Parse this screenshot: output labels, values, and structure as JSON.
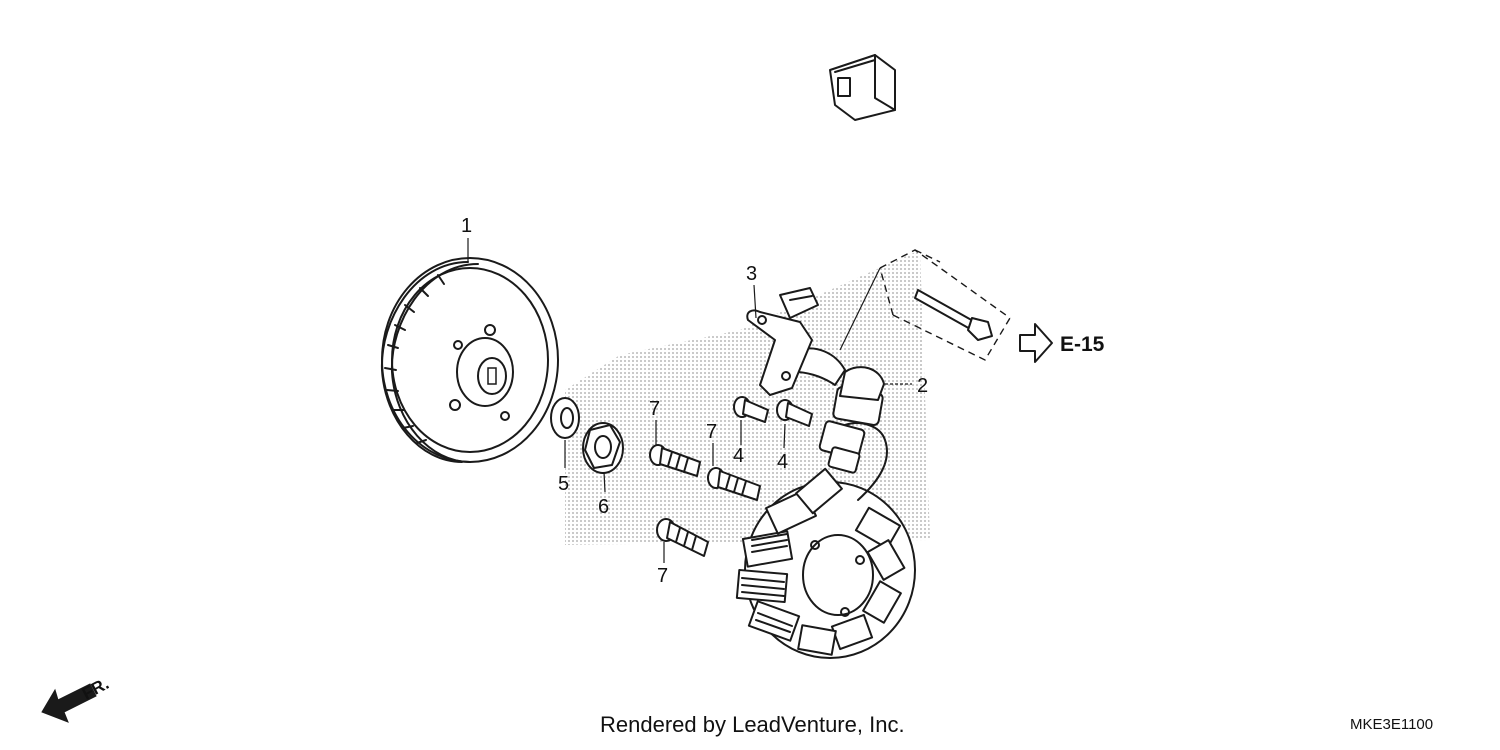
{
  "callouts": {
    "c1": "1",
    "c2": "2",
    "c3": "3",
    "c4a": "4",
    "c4b": "4",
    "c5": "5",
    "c6": "6",
    "c7a": "7",
    "c7b": "7",
    "c7c": "7"
  },
  "reference": {
    "label": "E-15"
  },
  "direction": {
    "label": "FR."
  },
  "footer": {
    "credit": "Rendered by LeadVenture, Inc.",
    "code": "MKE3E1100"
  }
}
